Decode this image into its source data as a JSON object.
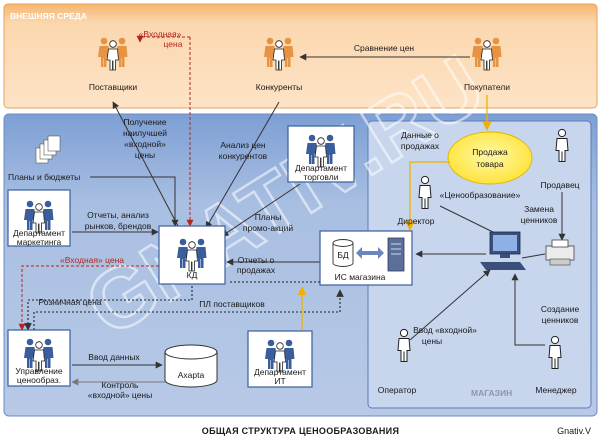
{
  "watermark": "GNATIV.RU",
  "regions": {
    "external": "ВНЕШНЯЯ СРЕДА",
    "store": "МАГАЗИН"
  },
  "nodes": {
    "suppliers": "Поставщики",
    "competitors": "Конкуренты",
    "buyers": "Покупатели",
    "dept_marketing": [
      "Департамент",
      "маркетинга"
    ],
    "dept_trade": [
      "Департамент",
      "торговли"
    ],
    "kd": "КД",
    "pricing_mgmt": [
      "Управление",
      "ценообраз."
    ],
    "axapta": "Axapta",
    "dept_it": [
      "Департамент",
      "ИТ"
    ],
    "store_db": "БД",
    "store_is": "ИС магазина",
    "director": "Директор",
    "seller": "Продавец",
    "operator": "Оператор",
    "manager": "Менеджер",
    "sale": [
      "Продажа",
      "товара"
    ],
    "plans": "Планы и бюджеты"
  },
  "labels": {
    "input_price_top": [
      "«Входная»",
      "цена"
    ],
    "price_compare": "Сравнение цен",
    "best_input": [
      "Получение",
      "наилучшей",
      "«входной»",
      "цены"
    ],
    "competitor_analysis": [
      "Анализ цен",
      "конкурентов"
    ],
    "reports_analysis": [
      "Отчеты, анализ",
      "рынков, брендов"
    ],
    "promo_plans": [
      "Планы",
      "промо-акций"
    ],
    "sales_reports_mid": [
      "Отчеты о",
      "продажах"
    ],
    "input_price_mid": "«Входная» цена",
    "retail_price": "Розничная цена",
    "supplier_pricelist": "ПЛ поставщиков",
    "data_entry": "Ввод данных",
    "control_input": [
      "Контроль",
      "«входной» цены"
    ],
    "sales_data": [
      "Данные о",
      "продажах"
    ],
    "pricing_quote": "«Ценообразование»",
    "tag_replace": [
      "Замена",
      "ценников"
    ],
    "tag_create": [
      "Создание",
      "ценников"
    ],
    "input_price_entry": [
      "Ввод «входной»",
      "цены"
    ]
  },
  "footer": {
    "title": "ОБЩАЯ СТРУКТУРА  ЦЕНООБРАЗОВАНИЯ",
    "signature": "Gnativ.V"
  },
  "colors": {
    "external_bg": "#f9dcb8",
    "internal_bg": "#a9bedf",
    "store_bg": "#c4d2ea",
    "orange_person": "#e07b1d",
    "blue_person": "#3a5e9c",
    "dark_person": "#2b2b2b",
    "red_dashed": "#b3261e",
    "yellow": "#ffe94a"
  }
}
